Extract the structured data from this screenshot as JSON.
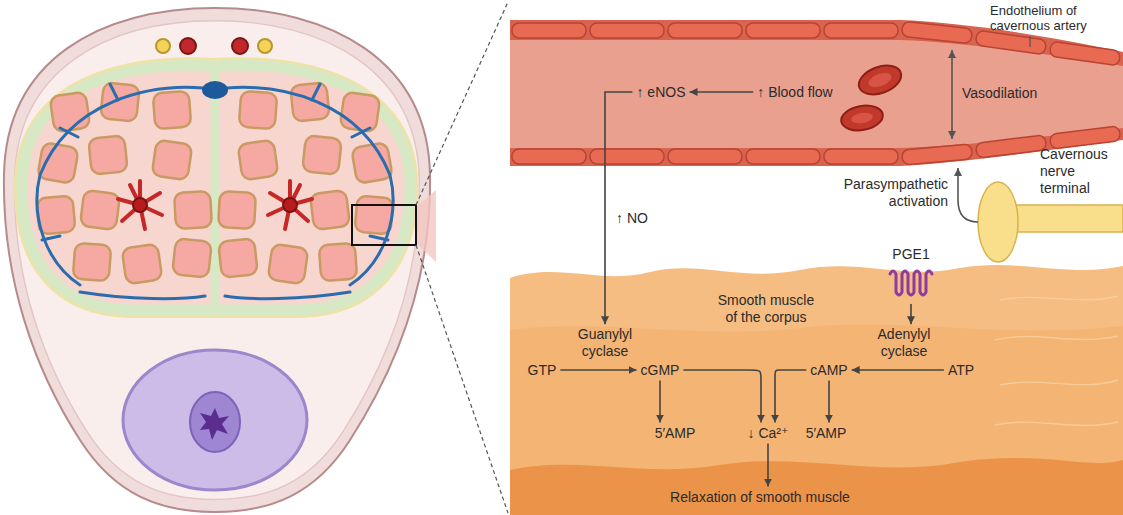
{
  "diagram": {
    "nodes": [
      {
        "text": [
          "↑ eNOS"
        ]
      },
      {
        "text": [
          "↑ Blood flow"
        ]
      },
      {
        "text": [
          "PGE1"
        ]
      },
      {
        "text": [
          "Guanylyl cyclase"
        ]
      },
      {
        "text": [
          "Adenylyl cyclase"
        ]
      },
      {
        "text": [
          "GTP"
        ]
      },
      {
        "text": [
          "cGMP"
        ]
      },
      {
        "text": [
          "cAMP"
        ]
      },
      {
        "text": [
          "ATP"
        ]
      },
      {
        "text": [
          "5′AMP"
        ]
      },
      {
        "text": [
          "↓ Ca²⁺"
        ]
      },
      {
        "text": [
          "5′AMP"
        ]
      },
      {
        "text": [
          "Relaxation of smooth muscle"
        ]
      }
    ],
    "edges": [
      {
        "from": 1,
        "to": 0,
        "arrow": "to"
      },
      {
        "from": 0,
        "to": 3,
        "label": "↑ NO",
        "arrow": "to"
      },
      {
        "from": 2,
        "to": 4,
        "arrow": "to"
      },
      {
        "from": 5,
        "to": 6,
        "arrow": "to"
      },
      {
        "from": 8,
        "to": 7,
        "arrow": "to"
      },
      {
        "from": 6,
        "to": 9,
        "arrow": "to"
      },
      {
        "from": 7,
        "to": 11,
        "arrow": "to"
      },
      {
        "from": 6,
        "to": 10,
        "arrow": "to"
      },
      {
        "from": 7,
        "to": 10,
        "arrow": "to"
      },
      {
        "from": 10,
        "to": 12,
        "arrow": "to"
      }
    ],
    "labels": [
      "Endothelium of cavernous artery",
      "Vasodilation",
      "Cavernous nerve terminal",
      "Parasympathetic activation",
      "Smooth muscle of the corpus"
    ]
  }
}
